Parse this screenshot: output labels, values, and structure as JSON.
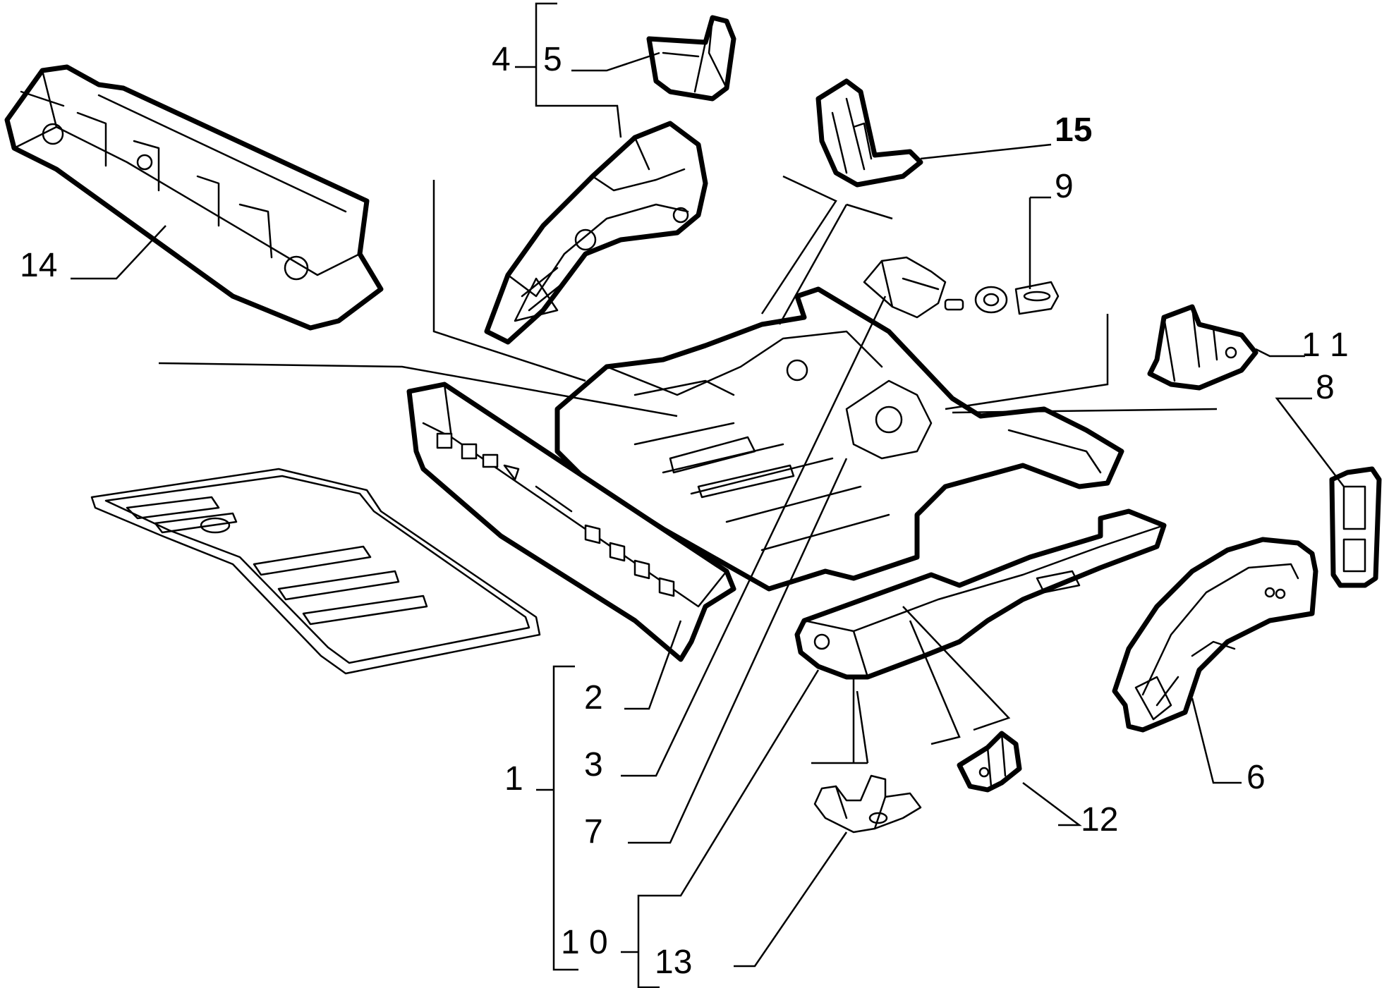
{
  "callouts": {
    "c1": "1",
    "c2": "2",
    "c3": "3",
    "c4": "4",
    "c5": "5",
    "c6": "6",
    "c7": "7",
    "c8": "8",
    "c9": "9",
    "c10": "1 0",
    "c11": "1 1",
    "c12": "12",
    "c13": "13",
    "c14": "14",
    "c15": "15"
  }
}
